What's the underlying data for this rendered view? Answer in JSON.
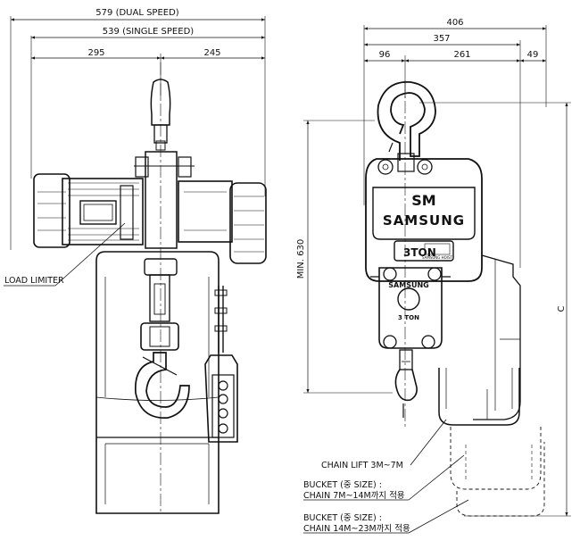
{
  "dimensions": {
    "dual_speed": "579 (DUAL SPEED)",
    "single_speed": "539 (SINGLE SPEED)",
    "left_part": "295",
    "right_part": "245",
    "overall_width": "406",
    "hook_to_side": "357",
    "hook_offset": "96",
    "body_width": "261",
    "side_offset": "49",
    "min_height": "MIN. 630",
    "height_c": "C"
  },
  "labels": {
    "load_limiter": "LOAD LIMITER",
    "chain_lift": "CHAIN LIFT 3M~7M",
    "bucket_medium_title": "BUCKET (중 SIZE) :",
    "bucket_medium_range": "CHAIN 7M~14M까지 적용",
    "bucket_large_title": "BUCKET (중 SIZE) :",
    "bucket_large_range": "CHAIN 14M~23M까지 적용"
  },
  "branding": {
    "logo_mark": "SM",
    "brand_name": "SAMSUNG",
    "capacity_plate": "3TON",
    "plate_small_text": "SAMSUNG HOIST",
    "lower_brand": "SAMSUNG",
    "lower_capacity": "3 TON"
  }
}
